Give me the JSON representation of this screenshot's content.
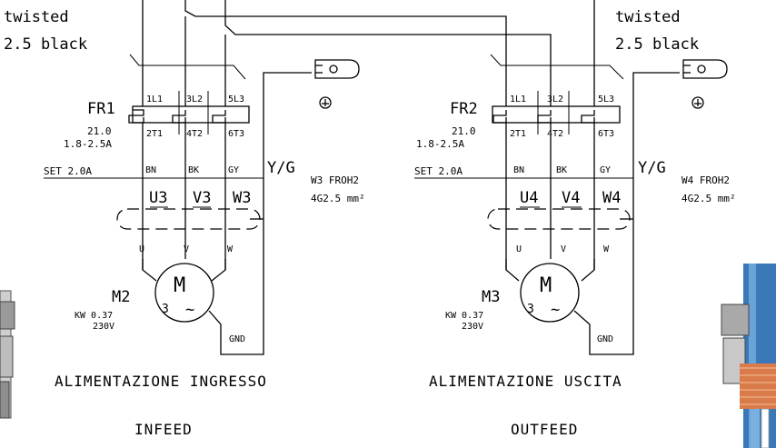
{
  "left": {
    "wire_note": [
      "twisted",
      "2.5 black"
    ],
    "relay": {
      "name": "FR1",
      "code": "21.0",
      "range": "1.8-2.5A",
      "set": "SET 2.0A"
    },
    "terminals_top": [
      "1L1",
      "3L2",
      "5L3"
    ],
    "terminals_bottom": [
      "2T1",
      "4T2",
      "6T3"
    ],
    "colors": [
      "BN",
      "BK",
      "GY"
    ],
    "earth": "Y/G",
    "cable": {
      "id": "W3 FROH2",
      "spec": "4G2.5 mm²"
    },
    "windings": [
      "U3",
      "V3",
      "W3"
    ],
    "phases": [
      "U",
      "V",
      "W"
    ],
    "motor": {
      "name": "M2",
      "power": "KW 0.37",
      "voltage": "230V",
      "symbol": "M",
      "phases": "3",
      "ac": "~"
    },
    "gnd": "GND",
    "caption_it": "ALIMENTAZIONE INGRESSO",
    "caption_en": "INFEED"
  },
  "right": {
    "wire_note": [
      "twisted",
      "2.5 black"
    ],
    "relay": {
      "name": "FR2",
      "code": "21.0",
      "range": "1.8-2.5A",
      "set": "SET 2.0A"
    },
    "terminals_top": [
      "1L1",
      "3L2",
      "5L3"
    ],
    "terminals_bottom": [
      "2T1",
      "4T2",
      "6T3"
    ],
    "colors": [
      "BN",
      "BK",
      "GY"
    ],
    "earth": "Y/G",
    "cable": {
      "id": "W4 FROH2",
      "spec": "4G2.5 mm²"
    },
    "windings": [
      "U4",
      "V4",
      "W4"
    ],
    "phases": [
      "U",
      "V",
      "W"
    ],
    "motor": {
      "name": "M3",
      "power": "KW 0.37",
      "voltage": "230V",
      "symbol": "M",
      "phases": "3",
      "ac": "~"
    },
    "gnd": "GND",
    "caption_it": "ALIMENTAZIONE USCITA",
    "caption_en": "OUTFEED"
  },
  "colors": {
    "cable_blue": "#3a78b8",
    "cable_copper": "#d97b4a",
    "connector_grey": "#9a9a9a"
  }
}
